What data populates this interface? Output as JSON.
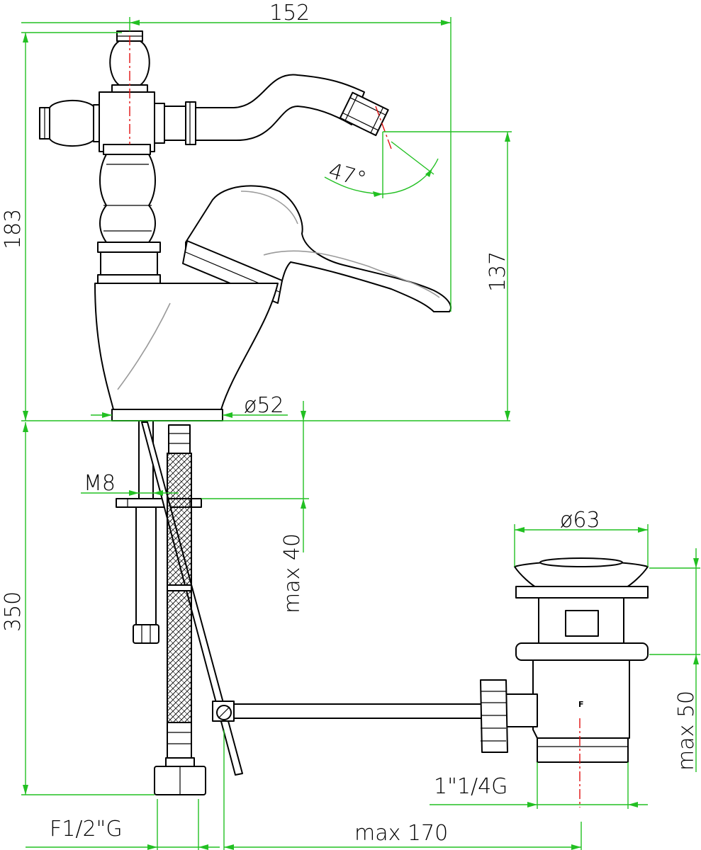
{
  "dimensions": {
    "overall_width": "152",
    "overall_height": "183",
    "spout_height": "137",
    "spout_angle": "47°",
    "base_diameter": "ø52",
    "stud_thread": "M8",
    "deck_thickness": "max 40",
    "hose_length": "350",
    "drain_diameter": "ø63",
    "drain_depth": "max 50",
    "drain_thread": "1\"1/4G",
    "hose_connection": "F1/2\"G",
    "rod_length": "max 170"
  },
  "drain_mark": "F",
  "colors": {
    "dimension_lines": "#22c022",
    "center_lines": "#e01010",
    "outline": "#000000",
    "highlight": "#9a9a9a"
  }
}
